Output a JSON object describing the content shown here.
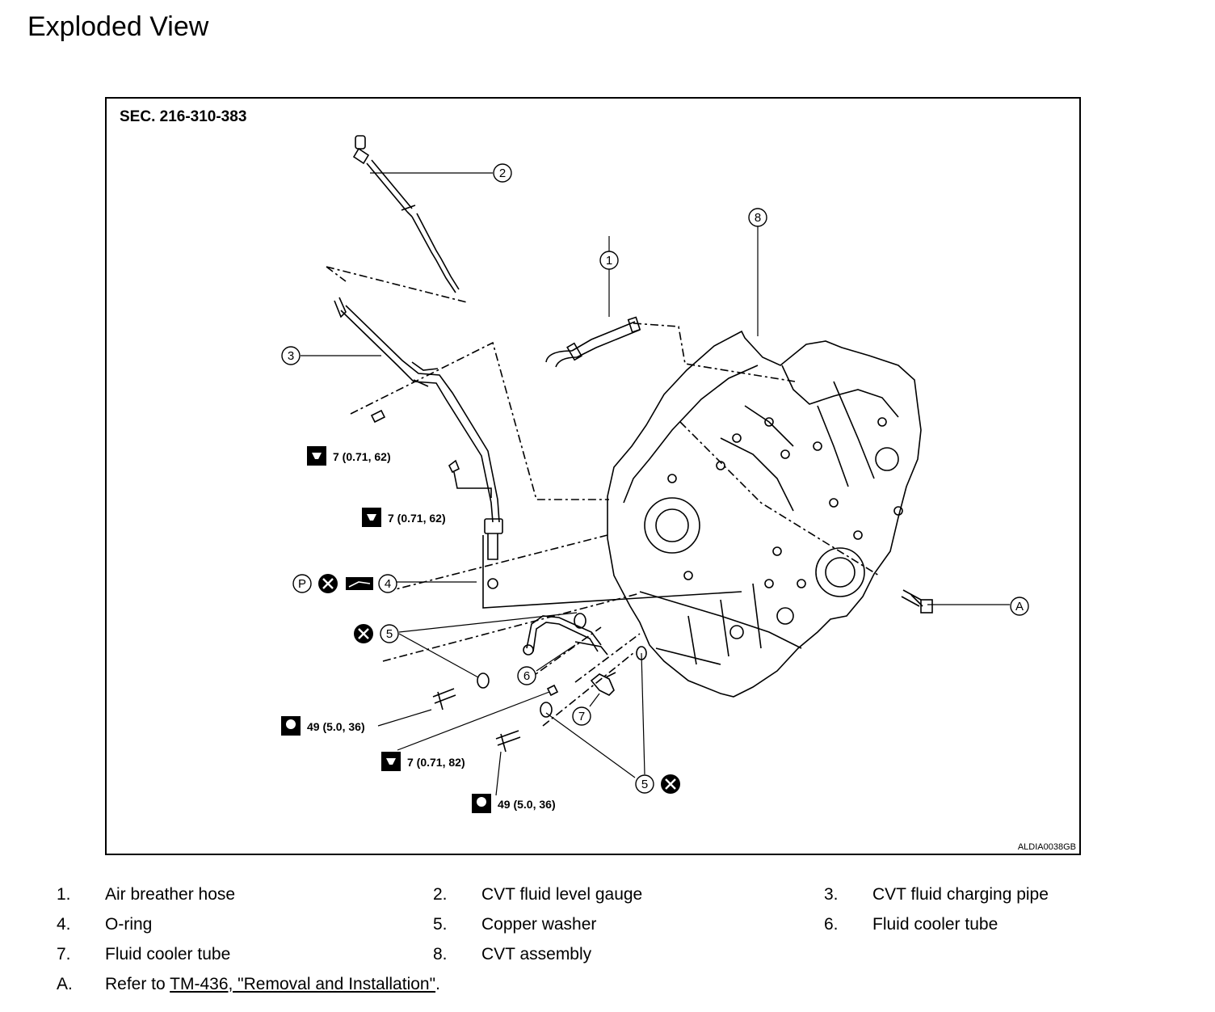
{
  "page_title": "Exploded View",
  "figure": {
    "section": "SEC. 216-310-383",
    "figure_id": "ALDIA0038GB",
    "callouts": {
      "c1": "1",
      "c2": "2",
      "c3": "3",
      "c4": "4",
      "c5a": "5",
      "c5b": "5",
      "c6": "6",
      "c7": "7",
      "c8": "8",
      "cA": "A",
      "cP": "P"
    },
    "torques": {
      "t1": "7 (0.71, 62)",
      "t2": "7 (0.71, 62)",
      "t3": "49 (5.0, 36)",
      "t4": "7 (0.71, 82)",
      "t5": "49 (5.0, 36)"
    },
    "icons": [
      "torque-wrench-icon",
      "do-not-reuse-icon",
      "apply-fluid-icon",
      "p-callout-icon"
    ]
  },
  "legend": [
    {
      "no": "1.",
      "text": "Air breather hose"
    },
    {
      "no": "2.",
      "text": "CVT fluid level gauge"
    },
    {
      "no": "3.",
      "text": "CVT fluid charging pipe"
    },
    {
      "no": "4.",
      "text": "O-ring"
    },
    {
      "no": "5.",
      "text": "Copper washer"
    },
    {
      "no": "6.",
      "text": "Fluid cooler tube"
    },
    {
      "no": "7.",
      "text": "Fluid cooler tube"
    },
    {
      "no": "8.",
      "text": "CVT assembly"
    }
  ],
  "note": {
    "no": "A.",
    "prefix": "Refer to ",
    "link": "TM-436, \"Removal and Installation\"",
    "suffix": "."
  }
}
